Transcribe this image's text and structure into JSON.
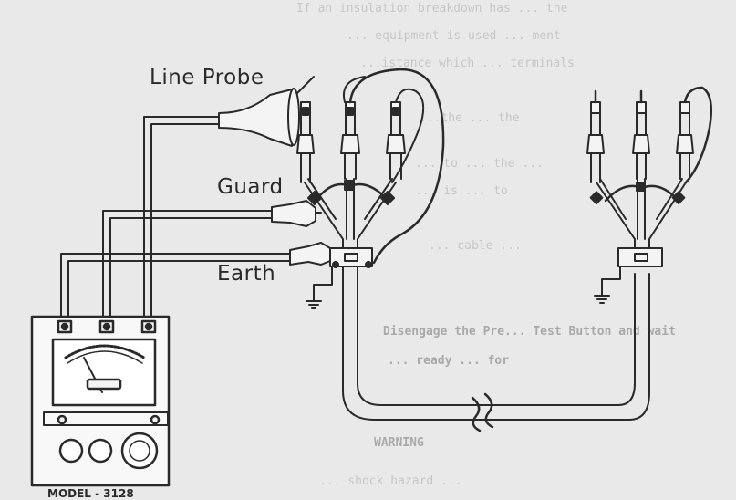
{
  "labels": {
    "line_probe": "Line Probe",
    "guard": "Guard",
    "earth": "Earth",
    "model": "MODEL - 3128"
  },
  "background_text": [
    "If an insulation breakdown has ... the",
    "... equipment is used ... ment",
    "...istance which ... terminals",
    "...the ... the",
    "... to ... the ...",
    "... is ... to",
    "... cable ...",
    "Disengage the Pre... Test Button and wait",
    "... ready ... for",
    "WARNING",
    "... shock hazard ..."
  ],
  "colors": {
    "background": "#e9e9e9",
    "ink": "#2a2a2a",
    "panel": "#f8f8f8"
  }
}
